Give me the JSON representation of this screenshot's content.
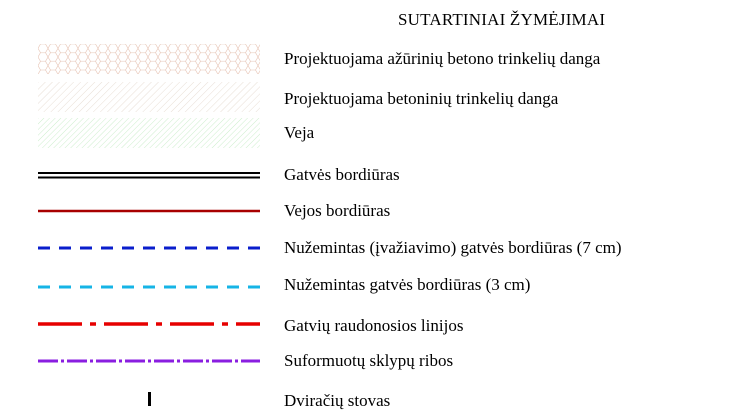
{
  "legend": {
    "title": "SUTARTINIAI ŽYMĖJIMAI",
    "items": [
      {
        "label": "Projektuojama ažūrinių betono trinkelių danga",
        "symbol": "hatch-hex-pattern",
        "color": "#e8c8b8"
      },
      {
        "label": "Projektuojama betoninių trinkelių danga",
        "symbol": "hatch-diagonal-pattern",
        "color": "#e0d4c8"
      },
      {
        "label": "Veja",
        "symbol": "hatch-green-pattern",
        "color": "#c8ecc8"
      },
      {
        "label": "Gatvės bordiūras",
        "symbol": "double-black-line",
        "color": "#000000"
      },
      {
        "label": "Vejos bordiūras",
        "symbol": "solid-red-line",
        "color": "#b00000"
      },
      {
        "label": "Nužemintas (įvažiavimo) gatvės bordiūras (7 cm)",
        "symbol": "dashed-blue-line",
        "color": "#0a1ecc"
      },
      {
        "label": "Nužemintas gatvės bordiūras (3 cm)",
        "symbol": "dashed-cyan-line",
        "color": "#16b4e6"
      },
      {
        "label": "Gatvių raudonosios linijos",
        "symbol": "dashdot-red-line",
        "color": "#e60000"
      },
      {
        "label": "Suformuotų sklypų ribos",
        "symbol": "dashdot-purple-line",
        "color": "#8a1ee0"
      },
      {
        "label": "Dviračių stovas",
        "symbol": "bike-stand-icon",
        "color": "#000000"
      }
    ]
  }
}
